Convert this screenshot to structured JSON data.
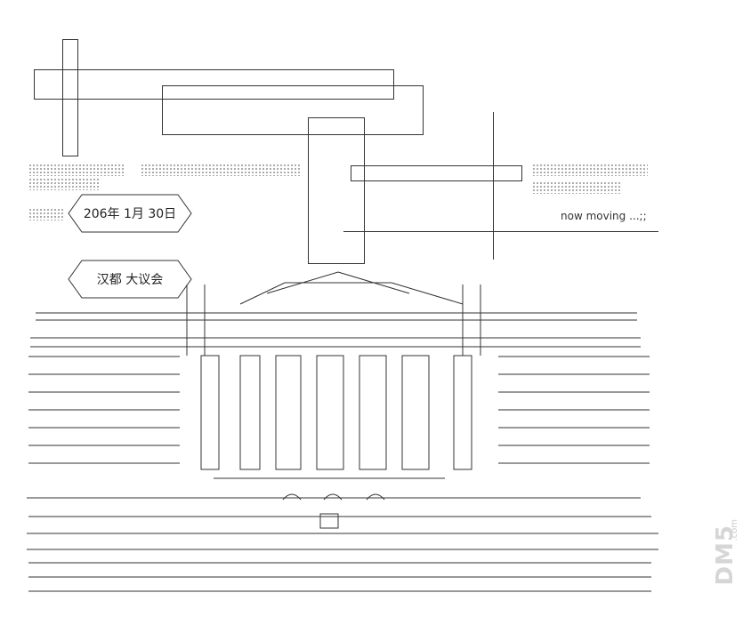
{
  "date_label": "206年 1月 30日",
  "place_label": "汉都 大议会",
  "status_text": "now moving ...;;",
  "watermark": {
    "logo": "DM5",
    "domain": ".com"
  },
  "colors": {
    "ink": "#222222",
    "watermark": "#d6d6d6"
  }
}
